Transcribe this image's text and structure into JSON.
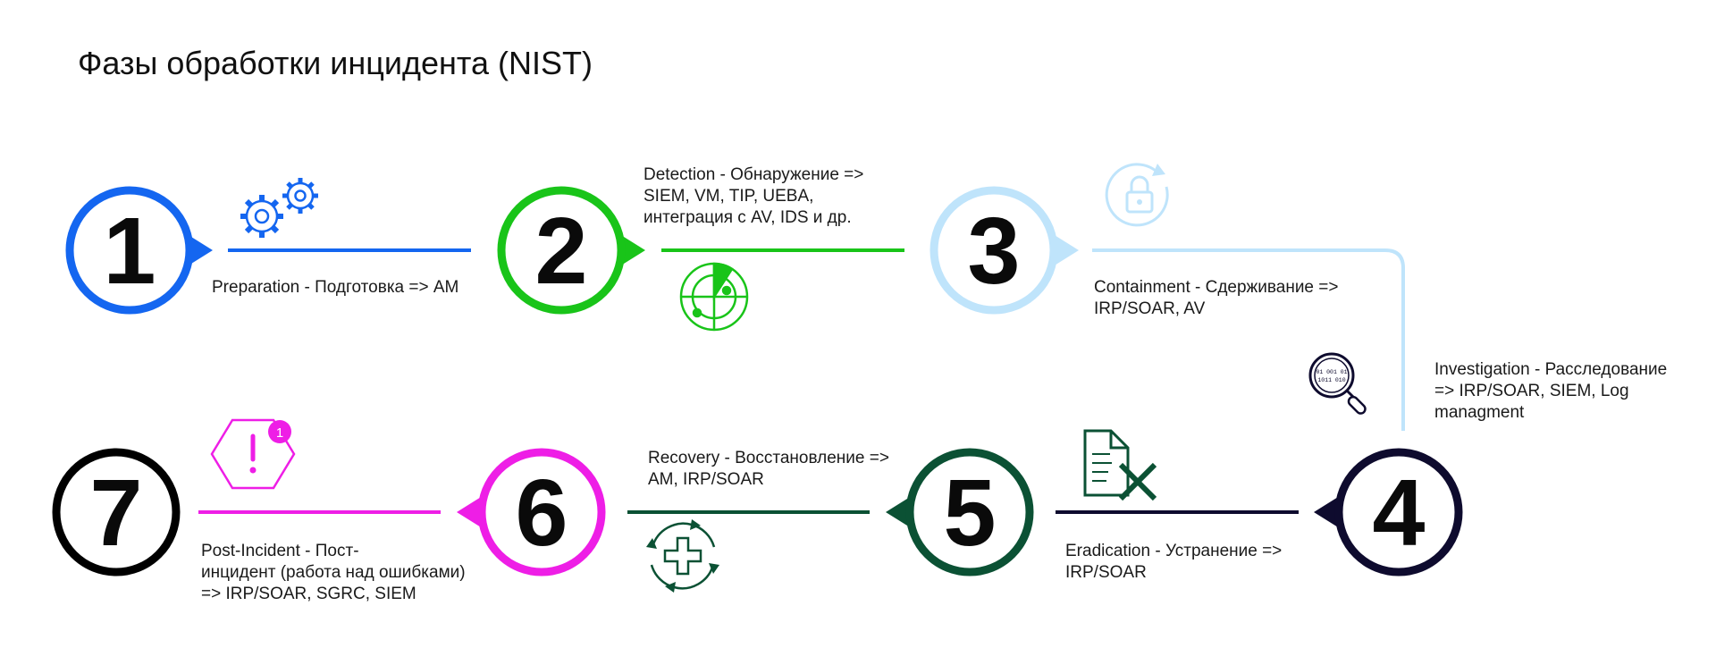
{
  "title": "Фазы обработки инцидента (NIST)",
  "phases": [
    {
      "number": "1",
      "label": "Preparation - Подготовка => AM",
      "color": "#1466f0",
      "icon": "gears-icon"
    },
    {
      "number": "2",
      "label": "Detection - Обнаружение =>\nSIEM, VM, TIP, UEBA,\nинтеграция с AV, IDS и др.",
      "color": "#19c419",
      "icon": "radar-icon"
    },
    {
      "number": "3",
      "label": "Containment - Сдерживание =>\nIRP/SOAR, AV",
      "color": "#bfe4fb",
      "icon": "lock-cycle-icon"
    },
    {
      "number": "4",
      "label": "Investigation - Расследование\n => IRP/SOAR, SIEM, Log\nmanagment",
      "color": "#0e0b2e",
      "icon": "binary-magnifier-icon"
    },
    {
      "number": "5",
      "label": "Eradication - Устранение =>\nIRP/SOAR",
      "color": "#0b5134",
      "icon": "document-delete-icon"
    },
    {
      "number": "6",
      "label": "Recovery - Восстановление =>\nAM, IRP/SOAR",
      "color": "#ee1ee6",
      "icon": "recovery-cross-icon"
    },
    {
      "number": "7",
      "label": "Post-Incident - Пост-\nинцидент (работа над ошибками)\n => IRP/SOAR, SGRC, SIEM",
      "color": "#000000",
      "icon": "alert-hexagon-icon"
    }
  ],
  "alert_badge": "1",
  "binary_text": [
    "01 001 01",
    "1011 010"
  ]
}
